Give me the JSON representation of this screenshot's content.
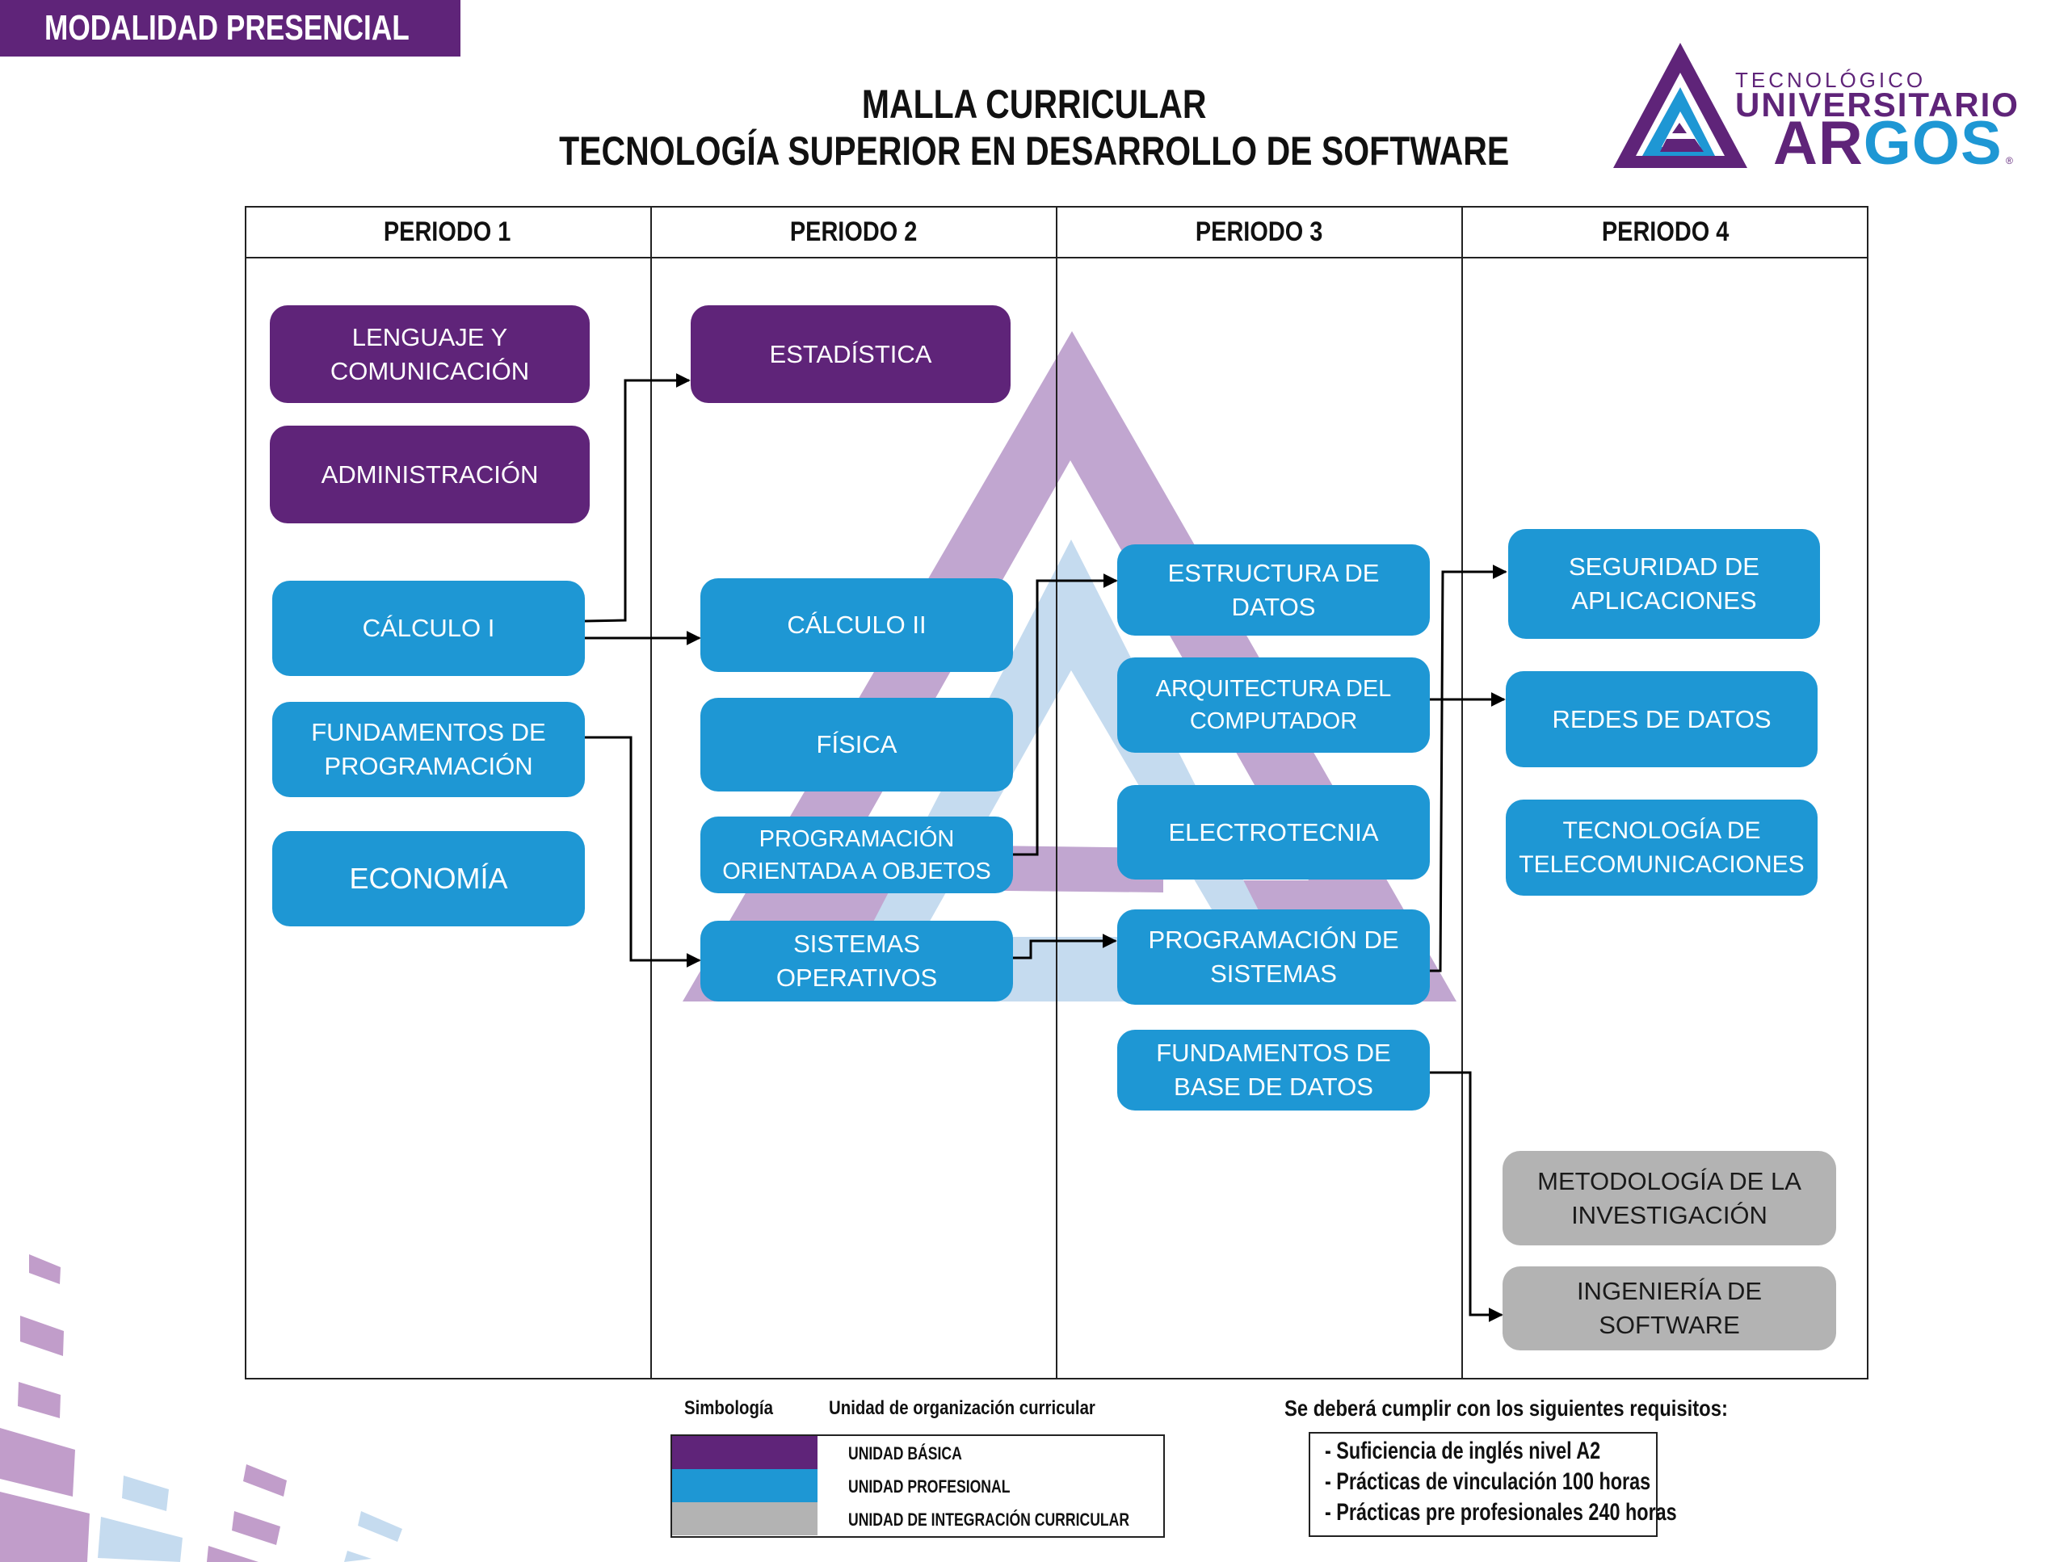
{
  "banner": {
    "label": "MODALIDAD  PRESENCIAL"
  },
  "header": {
    "title_line1": "MALLA CURRICULAR",
    "title_line2": "TECNOLOGÍA SUPERIOR EN DESARROLLO DE SOFTWARE"
  },
  "logo": {
    "line1": "TECNOLÓGICO",
    "line2": "UNIVERSITARIO",
    "line3_a": "AR",
    "line3_b": "GOS",
    "registered": "®"
  },
  "colors": {
    "unidad_basica": "#5f2479",
    "unidad_profesional": "#1e97d4",
    "unidad_integracion": "#b3b3b3",
    "bg_triangle_purple": "#c1a6d0",
    "bg_triangle_blue": "#c5dbef"
  },
  "periods": [
    {
      "label": "PERIODO 1"
    },
    {
      "label": "PERIODO 2"
    },
    {
      "label": "PERIODO 3"
    },
    {
      "label": "PERIODO 4"
    }
  ],
  "courses": {
    "lenguaje": {
      "label": "LENGUAJE Y\nCOMUNICACIÓN",
      "unit": "basica",
      "period": 1
    },
    "administracion": {
      "label": "ADMINISTRACIÓN",
      "unit": "basica",
      "period": 1
    },
    "calculo1": {
      "label": "CÁLCULO I",
      "unit": "profesional",
      "period": 1
    },
    "fundamentos_prog": {
      "label": "FUNDAMENTOS DE\nPROGRAMACIÓN",
      "unit": "profesional",
      "period": 1
    },
    "economia": {
      "label": "ECONOMÍA",
      "unit": "profesional",
      "period": 1
    },
    "estadistica": {
      "label": "ESTADÍSTICA",
      "unit": "basica",
      "period": 2
    },
    "calculo2": {
      "label": "CÁLCULO II",
      "unit": "profesional",
      "period": 2
    },
    "fisica": {
      "label": "FÍSICA",
      "unit": "profesional",
      "period": 2
    },
    "poo": {
      "label": "PROGRAMACIÓN\nORIENTADA A OBJETOS",
      "unit": "profesional",
      "period": 2
    },
    "sistemas_op": {
      "label": "SISTEMAS\nOPERATIVOS",
      "unit": "profesional",
      "period": 2
    },
    "estructura_datos": {
      "label": "ESTRUCTURA DE\nDATOS",
      "unit": "profesional",
      "period": 3
    },
    "arquitectura": {
      "label": "ARQUITECTURA DEL\nCOMPUTADOR",
      "unit": "profesional",
      "period": 3
    },
    "electrotecnia": {
      "label": "ELECTROTECNIA",
      "unit": "profesional",
      "period": 3
    },
    "prog_sistemas": {
      "label": "PROGRAMACIÓN DE\nSISTEMAS",
      "unit": "profesional",
      "period": 3
    },
    "fund_bd": {
      "label": "FUNDAMENTOS DE\nBASE DE DATOS",
      "unit": "profesional",
      "period": 3
    },
    "seguridad": {
      "label": "SEGURIDAD DE\nAPLICACIONES",
      "unit": "profesional",
      "period": 4
    },
    "redes": {
      "label": "REDES DE DATOS",
      "unit": "profesional",
      "period": 4
    },
    "telecom": {
      "label": "TECNOLOGÍA DE\nTELECOMUNICACIONES",
      "unit": "profesional",
      "period": 4
    },
    "metodologia": {
      "label": "METODOLOGÍA DE LA\nINVESTIGACIÓN",
      "unit": "integracion",
      "period": 4
    },
    "ing_software": {
      "label": "INGENIERÍA DE\nSOFTWARE",
      "unit": "integracion",
      "period": 4
    }
  },
  "prerequisites": [
    {
      "from": "calculo1",
      "to": "estadistica"
    },
    {
      "from": "calculo1",
      "to": "calculo2"
    },
    {
      "from": "fundamentos_prog",
      "to": "sistemas_op"
    },
    {
      "from": "poo",
      "to": "estructura_datos"
    },
    {
      "from": "sistemas_op",
      "to": "prog_sistemas"
    },
    {
      "from": "prog_sistemas",
      "to": "seguridad"
    },
    {
      "from": "arquitectura",
      "to": "redes"
    },
    {
      "from": "fund_bd",
      "to": "ing_software"
    }
  ],
  "legend": {
    "symbology_label": "Simbología",
    "unit_label": "Unidad de organización  curricular",
    "items": [
      {
        "label": "UNIDAD BÁSICA"
      },
      {
        "label": "UNIDAD PROFESIONAL"
      },
      {
        "label": "UNIDAD DE INTEGRACIÓN CURRICULAR"
      }
    ]
  },
  "requirements": {
    "heading": "Se deberá cumplir con los siguientes requisitos:",
    "items": [
      "- Suficiencia de inglés nivel A2",
      "- Prácticas de vinculación 100 horas",
      "- Prácticas pre profesionales 240 horas"
    ]
  }
}
